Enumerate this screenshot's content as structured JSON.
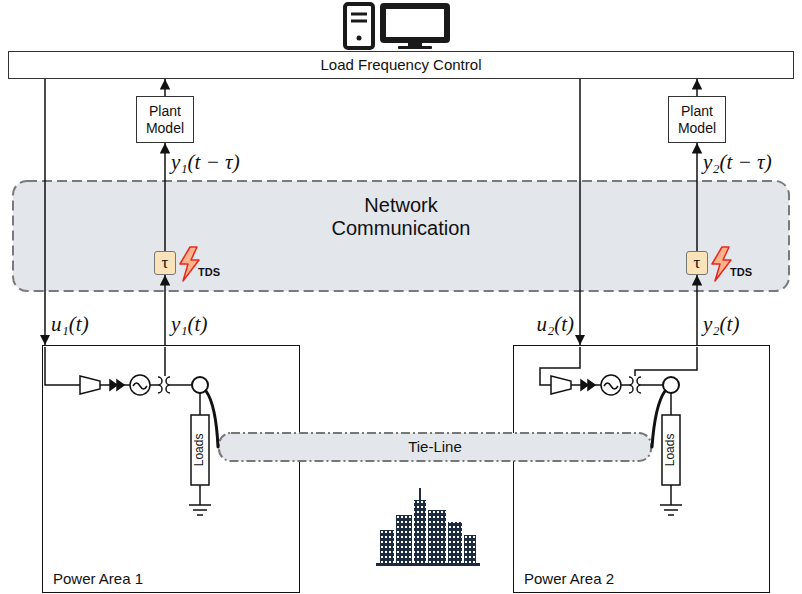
{
  "diagram": {
    "nodes": [
      {
        "text": [
          "Load Frequency Control"
        ]
      },
      {
        "text": [
          "Plant Model"
        ]
      },
      {
        "text": [
          "Plant Model"
        ]
      },
      {
        "text": [
          "Network Communication"
        ]
      },
      {
        "text": [
          "τ"
        ],
        "in": 3
      },
      {
        "text": [
          "τ"
        ],
        "in": 3
      },
      {
        "text": [
          "Power Area 1"
        ]
      },
      {
        "text": [
          "Power Area 2"
        ]
      },
      {
        "text": [
          "Tie-Line"
        ]
      }
    ],
    "edges": [
      {
        "from": 0,
        "to": 6,
        "arrow": "to",
        "label": "u₁(t)"
      },
      {
        "from": 6,
        "to": 4,
        "arrow": "to",
        "label": "y₁(t)"
      },
      {
        "from": 4,
        "to": 1,
        "arrow": "to",
        "label": "y₁(t − τ)"
      },
      {
        "from": 1,
        "to": 0,
        "arrow": "to"
      },
      {
        "from": 0,
        "to": 7,
        "arrow": "to",
        "label": "u₂(t)"
      },
      {
        "from": 7,
        "to": 5,
        "arrow": "to",
        "label": "y₂(t)"
      },
      {
        "from": 5,
        "to": 2,
        "arrow": "to",
        "label": "y₂(t − τ)"
      },
      {
        "from": 2,
        "to": 0,
        "arrow": "to"
      }
    ],
    "labels": [
      "TDS",
      "TDS",
      "Loads",
      "Loads"
    ]
  }
}
